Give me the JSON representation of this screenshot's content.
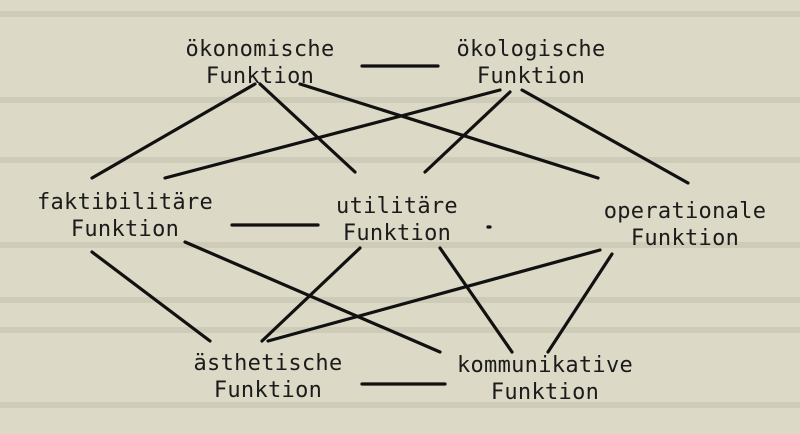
{
  "nodes": [
    {
      "id": "oekonomisch",
      "line1": "ökonomische",
      "line2": "Funktion"
    },
    {
      "id": "oekologisch",
      "line1": "ökologische",
      "line2": "Funktion"
    },
    {
      "id": "faktibilitaer",
      "line1": "faktibilitäre",
      "line2": "Funktion"
    },
    {
      "id": "utilitaer",
      "line1": "utilitäre",
      "line2": "Funktion"
    },
    {
      "id": "operational",
      "line1": "operationale",
      "line2": "Funktion"
    },
    {
      "id": "aesthetisch",
      "line1": "ästhetische",
      "line2": "Funktion"
    },
    {
      "id": "kommunikativ",
      "line1": "kommunikative",
      "line2": "Funktion"
    }
  ],
  "edges": [
    [
      "oekonomisch",
      "oekologisch"
    ],
    [
      "oekonomisch",
      "faktibilitaer"
    ],
    [
      "oekonomisch",
      "utilitaer"
    ],
    [
      "oekonomisch",
      "operational"
    ],
    [
      "oekologisch",
      "faktibilitaer"
    ],
    [
      "oekologisch",
      "utilitaer"
    ],
    [
      "oekologisch",
      "operational"
    ],
    [
      "faktibilitaer",
      "utilitaer"
    ],
    [
      "utilitaer",
      "operational"
    ],
    [
      "faktibilitaer",
      "aesthetisch"
    ],
    [
      "faktibilitaer",
      "kommunikativ"
    ],
    [
      "utilitaer",
      "aesthetisch"
    ],
    [
      "utilitaer",
      "kommunikativ"
    ],
    [
      "operational",
      "aesthetisch"
    ],
    [
      "operational",
      "kommunikativ"
    ],
    [
      "aesthetisch",
      "kommunikativ"
    ]
  ]
}
